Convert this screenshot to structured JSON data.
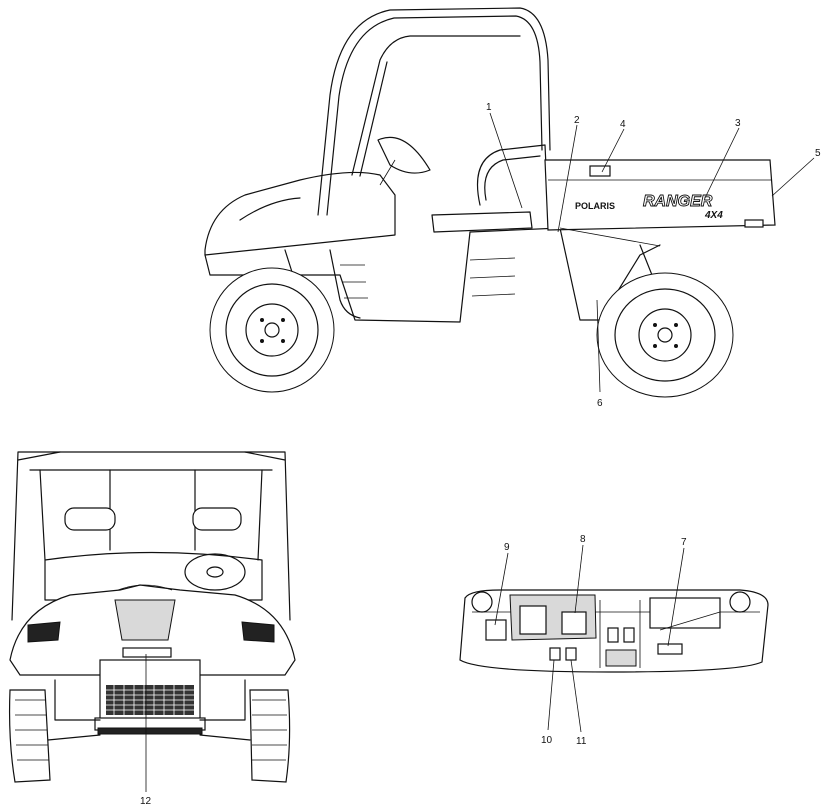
{
  "callouts": [
    "1",
    "2",
    "3",
    "4",
    "5",
    "6",
    "7",
    "8",
    "9",
    "10",
    "11",
    "12"
  ],
  "decals": {
    "brand": "POLARIS",
    "model": "RANGER",
    "drive": "4X4"
  }
}
